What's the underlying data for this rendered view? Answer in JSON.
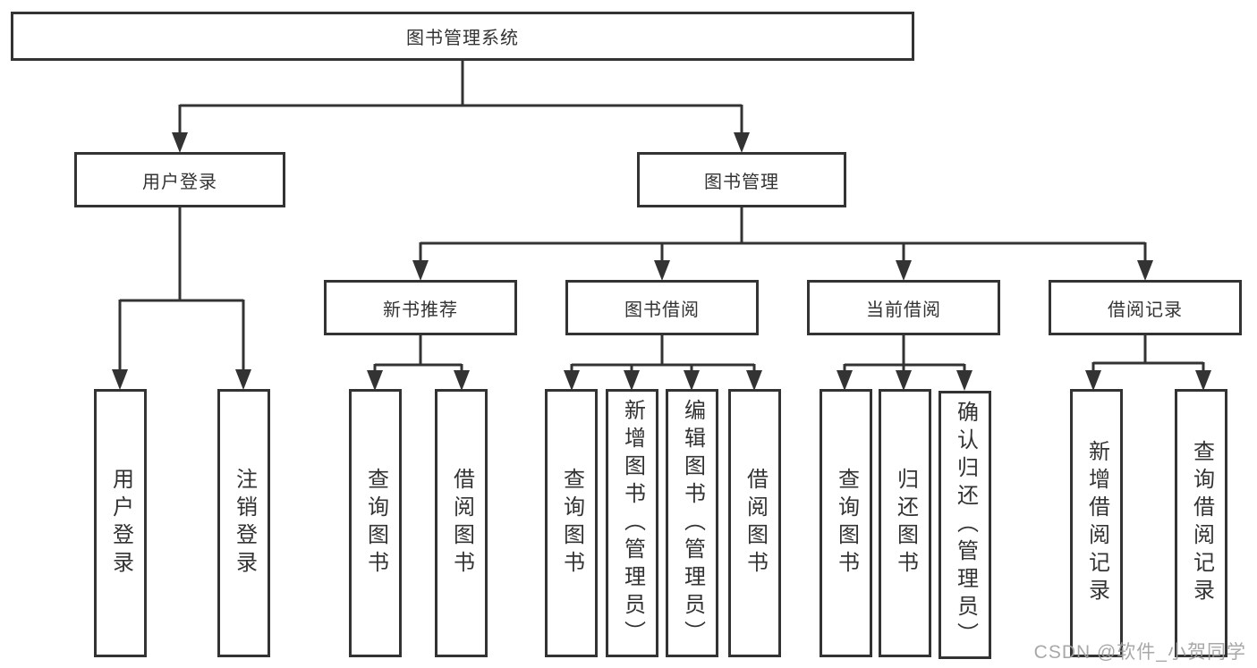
{
  "tree": {
    "root": "图书管理系统",
    "children": [
      {
        "label": "用户登录",
        "children": [
          "用户登录",
          "注销登录"
        ]
      },
      {
        "label": "图书管理",
        "children": [
          {
            "label": "新书推荐",
            "children": [
              "查询图书",
              "借阅图书"
            ]
          },
          {
            "label": "图书借阅",
            "children": [
              "查询图书",
              "新增图书（管理员）",
              "编辑图书（管理员）",
              "借阅图书"
            ]
          },
          {
            "label": "当前借阅",
            "children": [
              "查询图书",
              "归还图书",
              "确认归还（管理员）"
            ]
          },
          {
            "label": "借阅记录",
            "children": [
              "新增借阅记录",
              "查询借阅记录"
            ]
          }
        ]
      }
    ]
  },
  "colors": {
    "line": "#333333",
    "box_border": "#333333",
    "text": "#333333",
    "watermark": "#9e9e9e",
    "background": "#ffffff"
  },
  "watermark": {
    "text": "CSDN @软件_小贺同学"
  }
}
